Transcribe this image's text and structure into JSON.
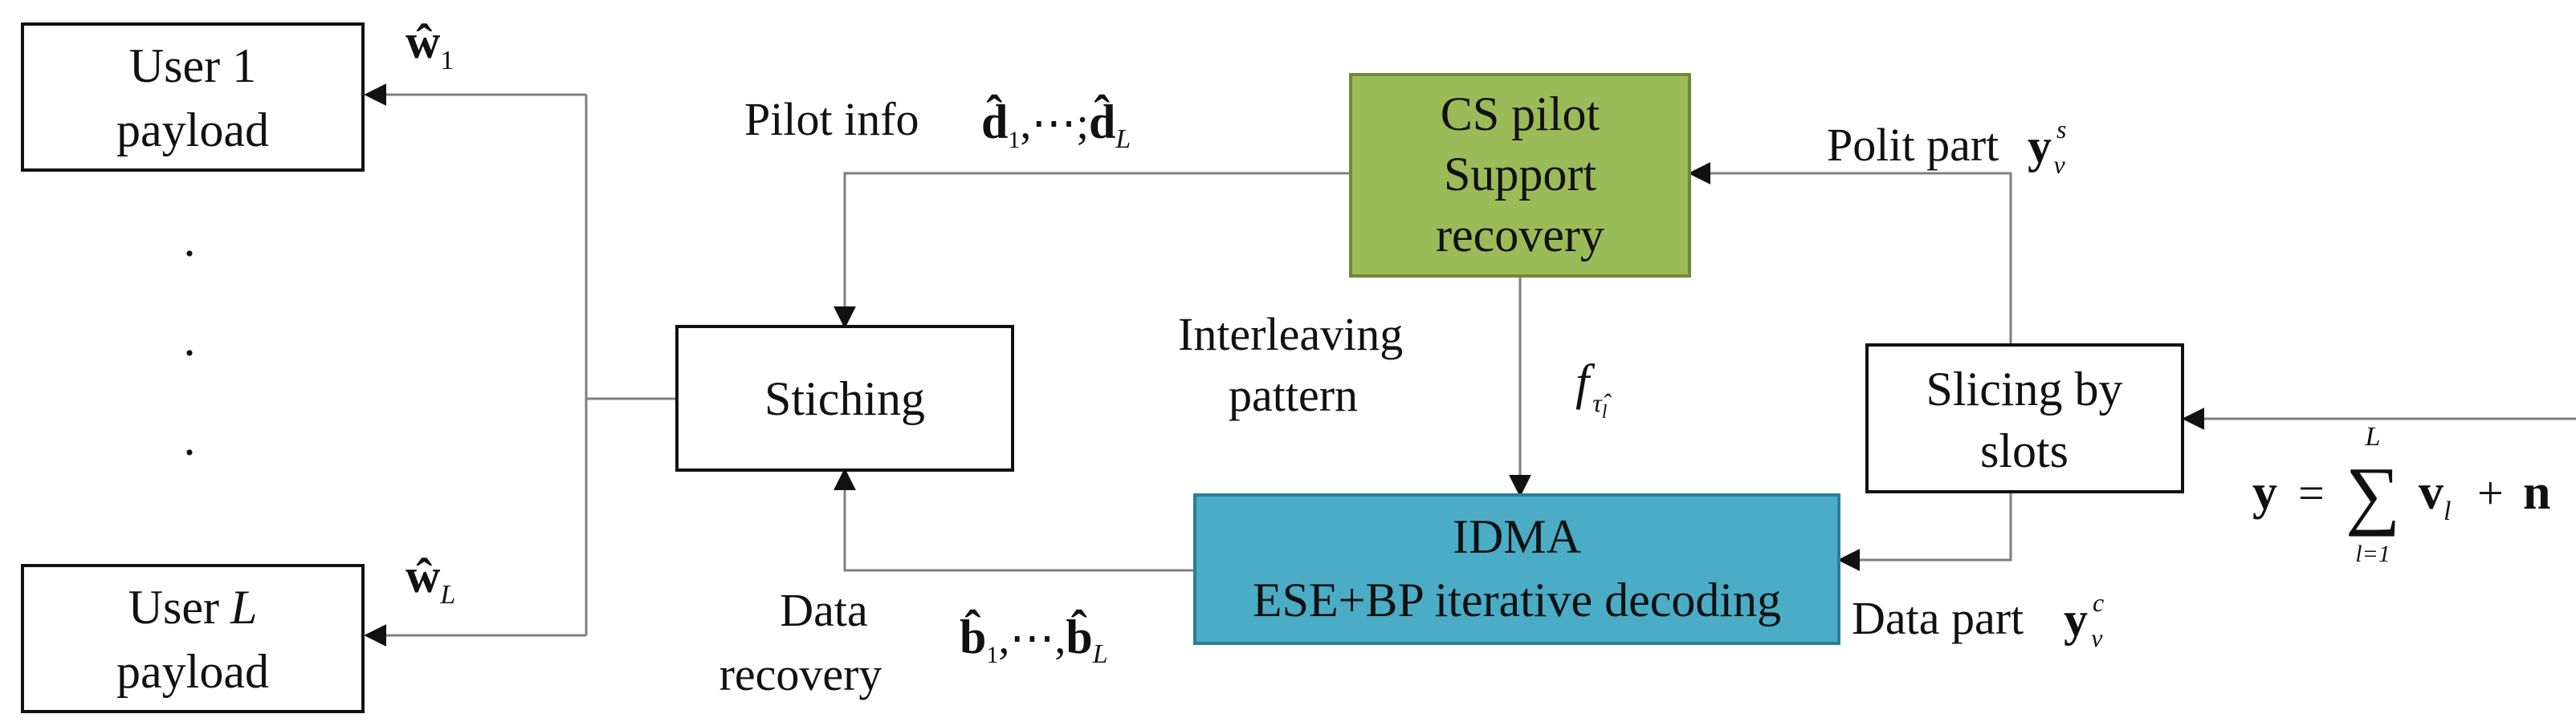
{
  "colors": {
    "cs_box_fill": "#9bbb59",
    "cs_box_stroke": "#6f8a37",
    "idma_box_fill": "#4bacc6",
    "idma_box_stroke": "#2b7f97",
    "plain_box_fill": "#ffffff",
    "stroke": "#111111",
    "connector": "#7f7f7f"
  },
  "boxes": {
    "user1": [
      "User 1",
      "payload"
    ],
    "userL": [
      "User",
      "L",
      "payload"
    ],
    "stiching": "Stiching",
    "cs_pilot": [
      "CS pilot",
      "Support",
      "recovery"
    ],
    "idma": [
      "IDMA",
      "ESE+BP iterative decoding"
    ],
    "slicing": [
      "Slicing by",
      "slots"
    ]
  },
  "labels": {
    "pilot_info": "Pilot info",
    "interleaving_pattern": [
      "Interleaving",
      "pattern"
    ],
    "data_recovery": [
      "Data",
      "recovery"
    ],
    "polit_part": "Polit part",
    "data_part": "Data part",
    "ellipsis": [
      "·",
      "·",
      "·"
    ]
  },
  "math": {
    "w1": {
      "base": "ŵ",
      "sub": "1"
    },
    "wL": {
      "base": "ŵ",
      "sub": "L"
    },
    "d_hat": {
      "base": "d̂",
      "sub1": "1",
      "sep": ",⋯;",
      "sub2": "L"
    },
    "b_hat": {
      "base": "b̂",
      "sub1": "1",
      "sep": ",⋯,",
      "sub2": "L"
    },
    "f_tau": {
      "base": "f",
      "sub": "τ̂",
      "subsub": "l"
    },
    "ys": {
      "base": "y",
      "sup": "s",
      "sub": "v"
    },
    "yc": {
      "base": "y",
      "sup": "c",
      "sub": "v"
    },
    "equation": {
      "lhs": "y",
      "eq": "=",
      "sum": "∑",
      "upper": "L",
      "lower": "l=1",
      "term": "v",
      "term_sub": "l",
      "plus": "+",
      "noise": "n"
    }
  }
}
